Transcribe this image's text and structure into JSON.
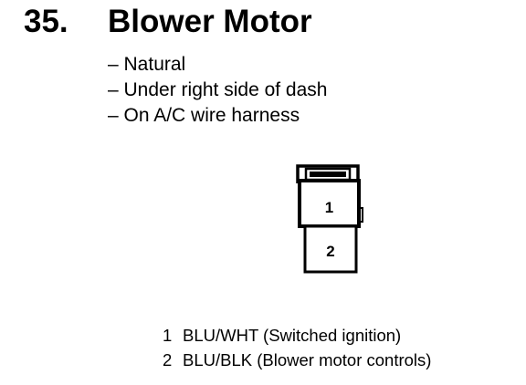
{
  "heading": {
    "number": "35.",
    "title": "Blower Motor"
  },
  "details": [
    "– Natural",
    "– Under right side of dash",
    "– On A/C wire harness"
  ],
  "connector": {
    "pins": [
      {
        "label": "1"
      },
      {
        "label": "2"
      }
    ],
    "icon": "two-pin-connector"
  },
  "legend": [
    {
      "pin": "1",
      "text": "BLU/WHT (Switched ignition)"
    },
    {
      "pin": "2",
      "text": "BLU/BLK (Blower motor controls)"
    }
  ]
}
